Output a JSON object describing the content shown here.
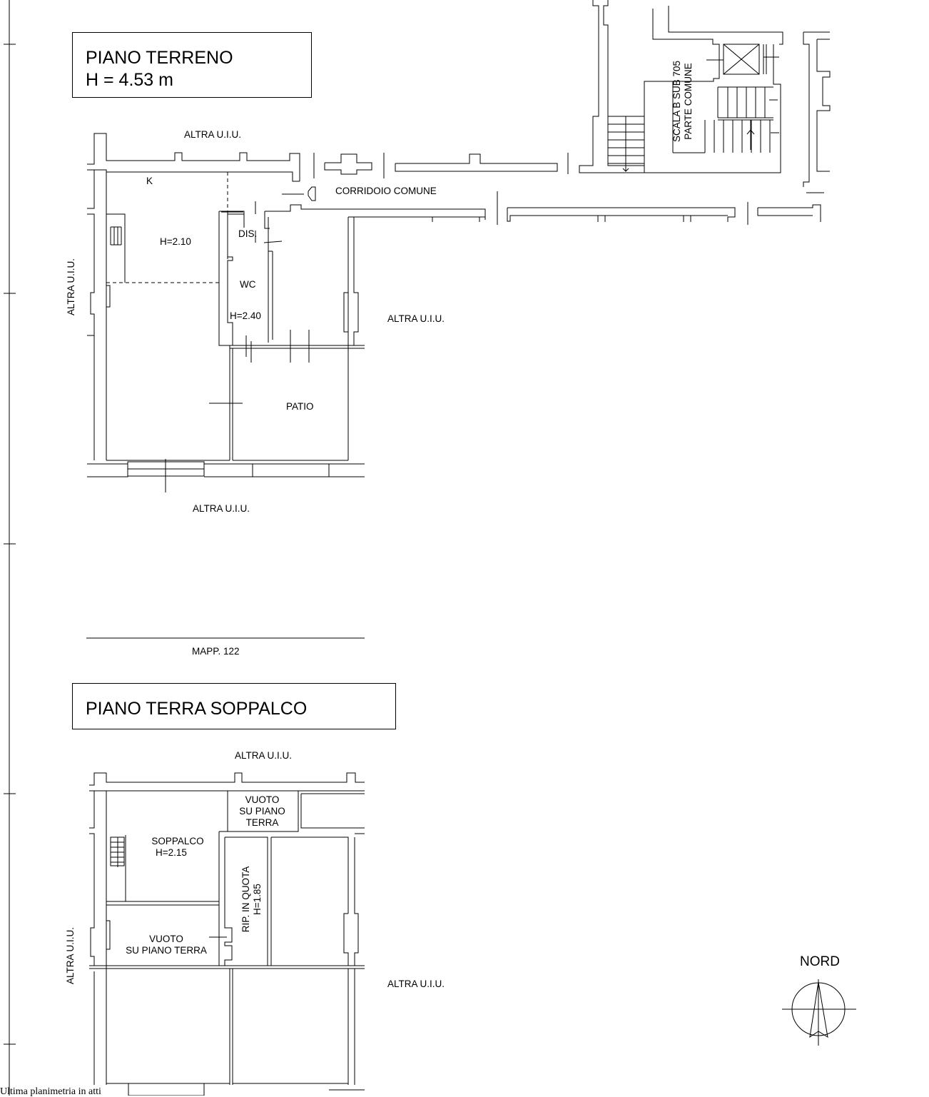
{
  "titles": {
    "ground_line1": "PIANO TERRENO",
    "ground_line2": "H = 4.53 m",
    "mezzanine": "PIANO TERRA SOPPALCO"
  },
  "ground_floor": {
    "top_neighbor": "ALTRA U.I.U.",
    "left_neighbor": "ALTRA U.I.U.",
    "right_neighbor": "ALTRA U.I.U.",
    "bottom_neighbor": "ALTRA U.I.U.",
    "kitchen": "K",
    "kitchen_height": "H=2.10",
    "hallway": "DIS.",
    "bathroom": "WC",
    "bathroom_height": "H=2.40",
    "patio": "PATIO",
    "corridor": "CORRIDOIO COMUNE",
    "stair_line1": "SCALA B SUB 705",
    "stair_line2": "PARTE COMUNE",
    "parcel": "MAPP. 122"
  },
  "mezzanine": {
    "top_neighbor": "ALTRA U.I.U.",
    "left_neighbor": "ALTRA U.I.U.",
    "right_neighbor": "ALTRA U.I.U.",
    "void_top_line1": "VUOTO",
    "void_top_line2": "SU PIANO",
    "void_top_line3": "TERRA",
    "loft": "SOPPALCO",
    "loft_height": "H=2.15",
    "storage_line1": "RIP. IN QUOTA",
    "storage_line2": "H=1.85",
    "void_main_line1": "VUOTO",
    "void_main_line2": "SU PIANO TERRA"
  },
  "compass": {
    "label": "NORD"
  },
  "footer": {
    "cut_text": "Ultima planimetria in atti"
  }
}
